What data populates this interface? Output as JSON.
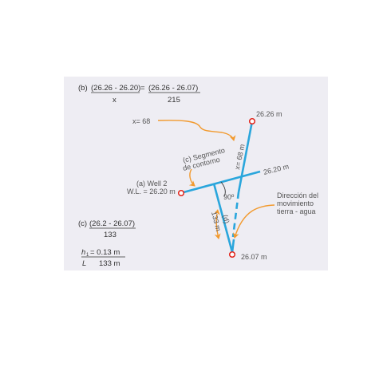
{
  "eq_b": {
    "label": "(b)",
    "num1": "(26.26 - 26.20)",
    "eq": "=",
    "num2": "(26.26 - 26.07)",
    "den1": "x",
    "den2": "215"
  },
  "eq_c": {
    "label": "(c)",
    "num": "(26.2 - 26.07)",
    "den": "133"
  },
  "eq_h": {
    "h": "h",
    "sub": "1",
    "rhs_num": "= 0.13 m",
    "L": "L",
    "rhs_den": "133 m"
  },
  "labels": {
    "x_value": "x= 68",
    "top_point": "26.26 m",
    "contour_value": "26.20 m",
    "bottom_point": "26.07 m",
    "segment_line1": "(c) Segmento",
    "segment_line2": "de contorno",
    "well_line1": "(a) Well 2",
    "well_line2": "W.L. = 26.20 m",
    "angle": "90º",
    "x_len": "x= 68 m",
    "d_label": "(d)",
    "len_133": "133 m",
    "dir_line1": "Dirección del",
    "dir_line2": "movimiento",
    "dir_line3": "tierra - agua"
  },
  "colors": {
    "line": "#2aa6dc",
    "arrow": "#f29a2e",
    "point": "#e2231a",
    "panel": "#eeedf3"
  }
}
